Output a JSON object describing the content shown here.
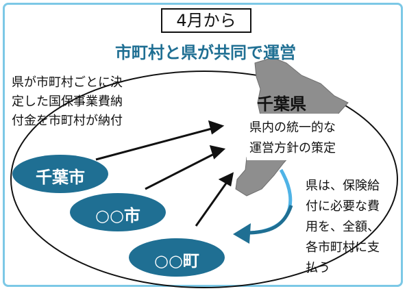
{
  "header": {
    "date_badge": "4月から",
    "subtitle": "市町村と県が共同で運営"
  },
  "left_note": {
    "lines": [
      "県が市町村ごとに決",
      "定した国保事業費納",
      "付金を市町村が納付"
    ]
  },
  "prefecture": {
    "title": "千葉県",
    "lines": [
      "県内の統一的な",
      "運営方針の策定"
    ]
  },
  "right_note": {
    "lines": [
      "県は、保険給",
      "付に必要な費",
      "用を、全額、",
      "各市町村に支",
      "払う"
    ]
  },
  "municipalities": [
    {
      "label": "千葉市"
    },
    {
      "label": "○○市"
    },
    {
      "label": "○○町"
    }
  ],
  "colors": {
    "oval_fill": "#1f6f93",
    "map_fill": "#8e8e8e",
    "accent_blue": "#1f6f93",
    "light_blue": "#4fb3e6",
    "frame": "#7cc8e6"
  }
}
